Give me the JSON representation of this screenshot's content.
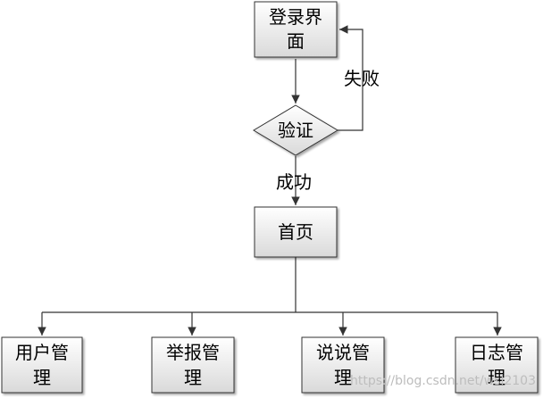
{
  "diagram": {
    "nodes": {
      "login": {
        "line1": "登录界",
        "line2": "面"
      },
      "verify": {
        "label": "验证"
      },
      "home": {
        "label": "首页"
      },
      "user_mgmt": {
        "line1": "用户管",
        "line2": "理"
      },
      "report_mgmt": {
        "line1": "举报管",
        "line2": "理"
      },
      "talk_mgmt": {
        "line1": "说说管",
        "line2": "理"
      },
      "log_mgmt": {
        "line1": "日志管",
        "line2": "理"
      }
    },
    "edges": {
      "fail": "失败",
      "success": "成功"
    }
  },
  "watermark": "https://blog.csdn.net/wsl2103",
  "colors": {
    "box_fill_top": "#ffffff",
    "box_fill_bottom": "#dcdcdc",
    "stroke": "#333333"
  }
}
